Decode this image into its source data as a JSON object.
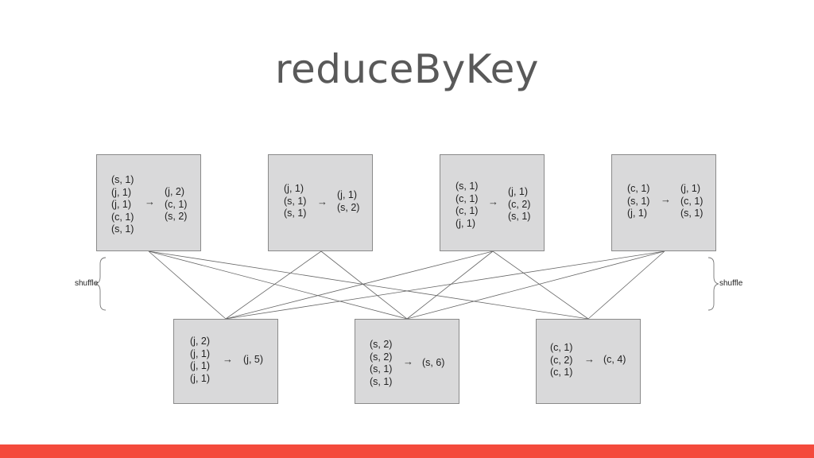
{
  "title": "reduceByKey",
  "shuffle_left": "shuffle",
  "shuffle_right": "shuffle",
  "arrow": "→",
  "mappers": [
    {
      "inputs": [
        "(s, 1)",
        "(j, 1)",
        "(j, 1)",
        "(c, 1)",
        "(s, 1)"
      ],
      "outputs": [
        "(j, 2)",
        "(c, 1)",
        "(s, 2)"
      ]
    },
    {
      "inputs": [
        "(j, 1)",
        "(s, 1)",
        "(s, 1)"
      ],
      "outputs": [
        "(j, 1)",
        "(s, 2)"
      ]
    },
    {
      "inputs": [
        "(s, 1)",
        "(c, 1)",
        "(c, 1)",
        "(j, 1)"
      ],
      "outputs": [
        "(j, 1)",
        "(c, 2)",
        "(s, 1)"
      ]
    },
    {
      "inputs": [
        "(c, 1)",
        "(s, 1)",
        "(j, 1)"
      ],
      "outputs": [
        "(j, 1)",
        "(c, 1)",
        "(s, 1)"
      ]
    }
  ],
  "reducers": [
    {
      "inputs": [
        "(j, 2)",
        "(j, 1)",
        "(j, 1)",
        "(j, 1)"
      ],
      "outputs": [
        "(j, 5)"
      ]
    },
    {
      "inputs": [
        "(s, 2)",
        "(s, 2)",
        "(s, 1)",
        "(s, 1)"
      ],
      "outputs": [
        "(s, 6)"
      ]
    },
    {
      "inputs": [
        "(c, 1)",
        "(c, 2)",
        "(c, 1)"
      ],
      "outputs": [
        "(c, 4)"
      ]
    }
  ],
  "colors": {
    "title": "#595959",
    "box": "#d9d9da",
    "footer": "#f44a3c",
    "lines": "#666666"
  }
}
